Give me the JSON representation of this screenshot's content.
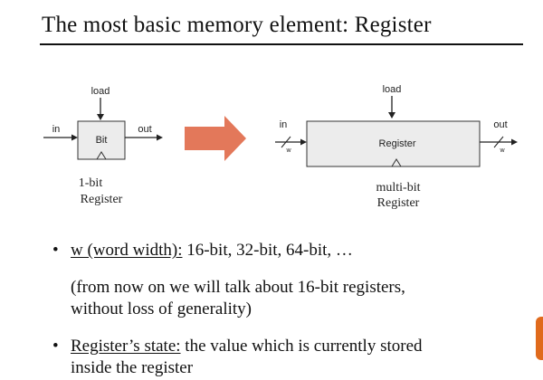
{
  "slide": {
    "title": "The most basic memory element: Register"
  },
  "diagram": {
    "single": {
      "load": "load",
      "in": "in",
      "out": "out",
      "box": "Bit",
      "caption_line1": "1-bit",
      "caption_line2": "Register"
    },
    "multi": {
      "load": "load",
      "in": "in",
      "out": "out",
      "box": "Register",
      "bus_width": "w",
      "caption_line1": "multi-bit",
      "caption_line2": "Register"
    },
    "arrow_color": "#e3785a"
  },
  "bullets": [
    {
      "lead": "w (word width):",
      "rest": " 16-bit, 32-bit, 64-bit, …"
    },
    {
      "lead": "Register’s state:",
      "rest": " the value which is currently stored"
    }
  ],
  "notes": {
    "paren_line1": "(from now on we will talk about 16-bit registers,",
    "paren_line2": "without loss of generality)",
    "state_line2": "inside the register"
  }
}
